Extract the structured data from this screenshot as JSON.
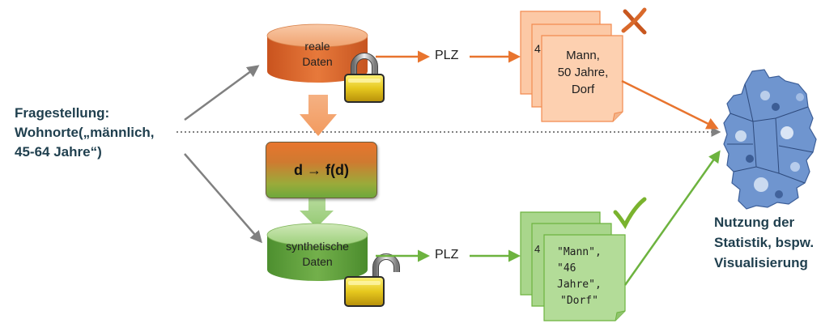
{
  "question": {
    "lines": [
      "Fragestellung:",
      "Wohnorte(„männlich,",
      "45-64 Jahre“)"
    ]
  },
  "real_db": {
    "lines": [
      "reale",
      "Daten"
    ]
  },
  "synthetic_db": {
    "lines": [
      "synthetische",
      "Daten"
    ]
  },
  "transform": {
    "label": "d → f(d)"
  },
  "plz_real": "PLZ",
  "plz_synthetic": "PLZ",
  "real_card": {
    "lines": [
      "Mann,",
      "50 Jahre,",
      "Dorf"
    ],
    "peek": "4"
  },
  "synthetic_card": {
    "lines": [
      "\"Mann\",",
      "\"46 Jahre\",",
      "\"Dorf\""
    ],
    "peek": "4"
  },
  "usage": {
    "lines": [
      "Nutzung der",
      "Statistik, bspw.",
      "Visualisierung"
    ]
  },
  "icons": {
    "real_lock": "closed-padlock-icon",
    "synthetic_lock": "open-padlock-icon",
    "reject": "cross-mark-icon",
    "accept": "check-mark-icon",
    "map": "germany-map-icon"
  },
  "colors": {
    "orange": "#e8742e",
    "green": "#6db33f",
    "gray_arrow": "#808080",
    "text_dark": "#1f3f4e",
    "card_orange": "#fcc9a6",
    "card_green": "#a9d68c",
    "map_blue": "#5b84c4"
  }
}
